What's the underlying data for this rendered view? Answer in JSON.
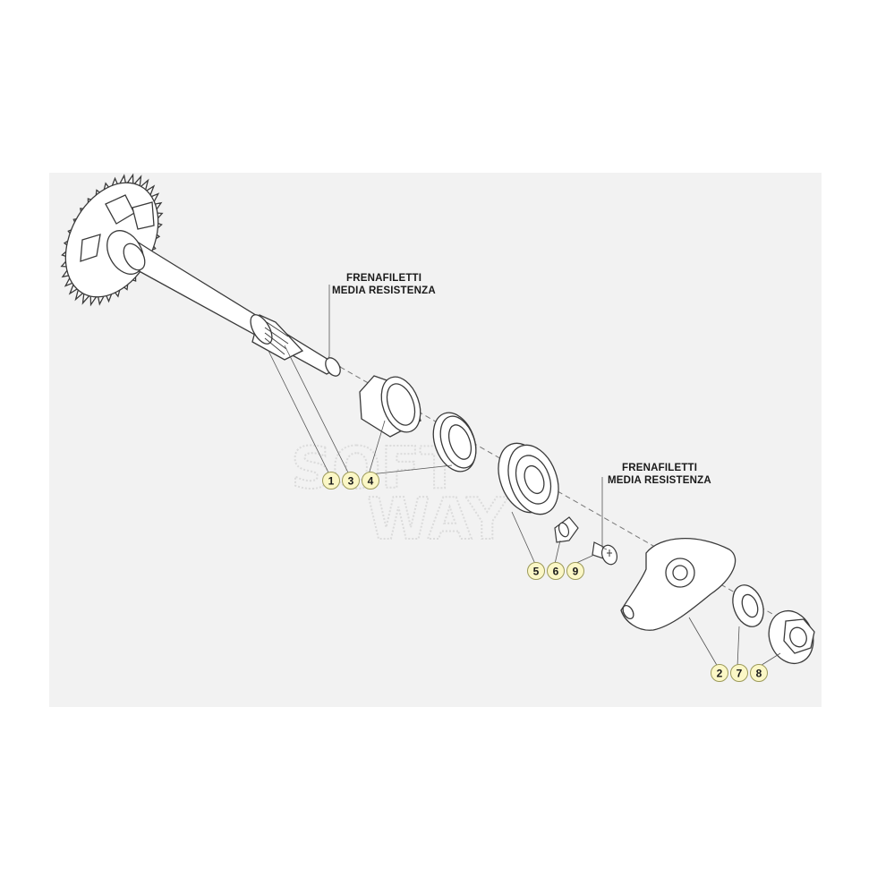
{
  "notes": {
    "shaft_note": [
      "FRENAFILETTI",
      "MEDIA RESISTENZA"
    ],
    "screw_note": [
      "FRENAFILETTI",
      "MEDIA RESISTENZA"
    ]
  },
  "groups": {
    "group_a": [
      "1",
      "3",
      "4"
    ],
    "group_b": [
      "5",
      "6",
      "9"
    ],
    "group_c": [
      "2",
      "7",
      "8"
    ]
  },
  "watermark": [
    "SOFT",
    "WAY"
  ],
  "colors": {
    "panel_bg": "#f2f2f2",
    "line": "#3a3a3a",
    "bubble_fill": "#fbf7c6",
    "bubble_stroke": "#9c9a5a"
  }
}
